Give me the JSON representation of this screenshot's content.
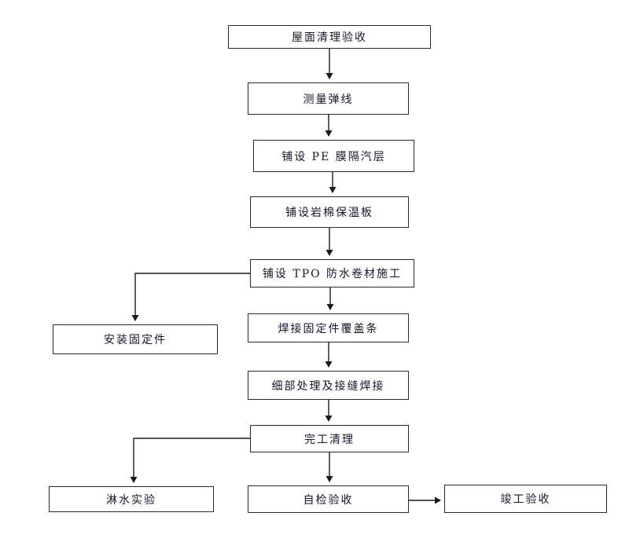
{
  "diagram": {
    "type": "flowchart",
    "background_color": "#ffffff",
    "box_border_color": "#2a2a2a",
    "text_color": "#16162e",
    "arrow_color": "#1a1a1a",
    "nodes": [
      {
        "id": "roof-cleaning-acceptance",
        "label": "屋面清理验收"
      },
      {
        "id": "measure-snap-line",
        "label": "测量弹线"
      },
      {
        "id": "lay-pe-film-vapor-barrier",
        "label": "铺设 PE 膜隔汽层"
      },
      {
        "id": "lay-rockwool-insulation",
        "label": "铺设岩棉保温板"
      },
      {
        "id": "lay-tpo-waterproof-membrane",
        "label": "铺设 TPO 防水卷材施工"
      },
      {
        "id": "install-fasteners",
        "label": "安装固定件"
      },
      {
        "id": "weld-fastener-cover-strip",
        "label": "焊接固定件覆盖条"
      },
      {
        "id": "detail-and-seam-welding",
        "label": "细部处理及接缝焊接"
      },
      {
        "id": "completion-cleanup",
        "label": "完工清理"
      },
      {
        "id": "water-spray-test",
        "label": "淋水实验"
      },
      {
        "id": "self-inspection-acceptance",
        "label": "自检验收"
      },
      {
        "id": "final-acceptance",
        "label": "竣工验收"
      }
    ],
    "edges": [
      {
        "from": "roof-cleaning-acceptance",
        "to": "measure-snap-line"
      },
      {
        "from": "measure-snap-line",
        "to": "lay-pe-film-vapor-barrier"
      },
      {
        "from": "lay-pe-film-vapor-barrier",
        "to": "lay-rockwool-insulation"
      },
      {
        "from": "lay-rockwool-insulation",
        "to": "lay-tpo-waterproof-membrane"
      },
      {
        "from": "lay-tpo-waterproof-membrane",
        "to": "install-fasteners"
      },
      {
        "from": "lay-tpo-waterproof-membrane",
        "to": "weld-fastener-cover-strip"
      },
      {
        "from": "weld-fastener-cover-strip",
        "to": "detail-and-seam-welding"
      },
      {
        "from": "detail-and-seam-welding",
        "to": "completion-cleanup"
      },
      {
        "from": "completion-cleanup",
        "to": "water-spray-test"
      },
      {
        "from": "completion-cleanup",
        "to": "self-inspection-acceptance"
      },
      {
        "from": "self-inspection-acceptance",
        "to": "final-acceptance"
      }
    ]
  }
}
